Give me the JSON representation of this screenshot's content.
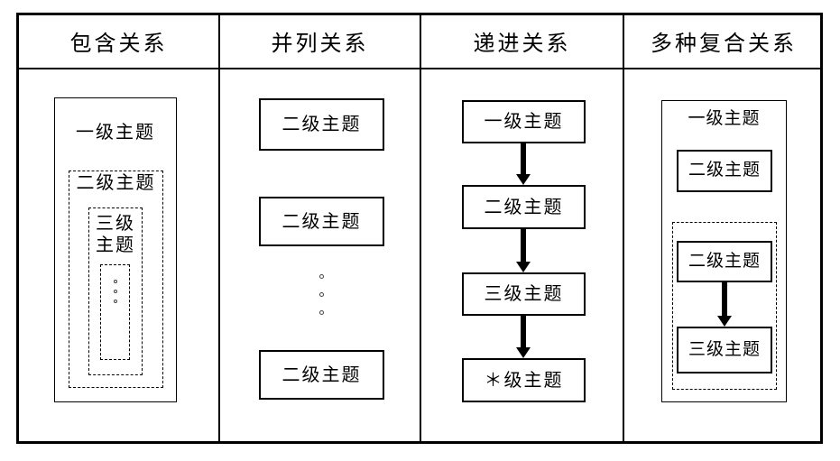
{
  "page": {
    "background_color": "#ffffff",
    "line_color": "#000000"
  },
  "headers": [
    {
      "label": "包含关系"
    },
    {
      "label": "并列关系"
    },
    {
      "label": "递进关系"
    },
    {
      "label": "多种复合关系"
    }
  ],
  "containment": {
    "level1_label": "一级主题",
    "level2_label": "二级主题",
    "level3_label": "三级 主题",
    "ellipsis_dot_count": 3
  },
  "parallel": {
    "box_labels": [
      "二级主题",
      "二级主题",
      "二级主题"
    ],
    "ellipsis_dot_count": 3
  },
  "progressive": {
    "box_labels": [
      "一级主题",
      "二级主题",
      "三级主题",
      "＊级主题"
    ]
  },
  "composite": {
    "level1_label": "一级主题",
    "box1_label": "二级主题",
    "box2_label": "二级主题",
    "box3_label": "三级主题"
  }
}
